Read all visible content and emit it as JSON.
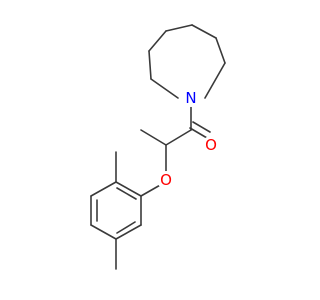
{
  "molecule": {
    "atoms": {
      "nitrogen": {
        "symbol": "N",
        "color": "#0000ff"
      },
      "carbonyl_oxygen": {
        "symbol": "O",
        "color": "#ff0000"
      },
      "ether_oxygen": {
        "symbol": "O",
        "color": "#ff0000"
      }
    },
    "bond_color": "#3a3a3a",
    "background": "#ffffff"
  }
}
